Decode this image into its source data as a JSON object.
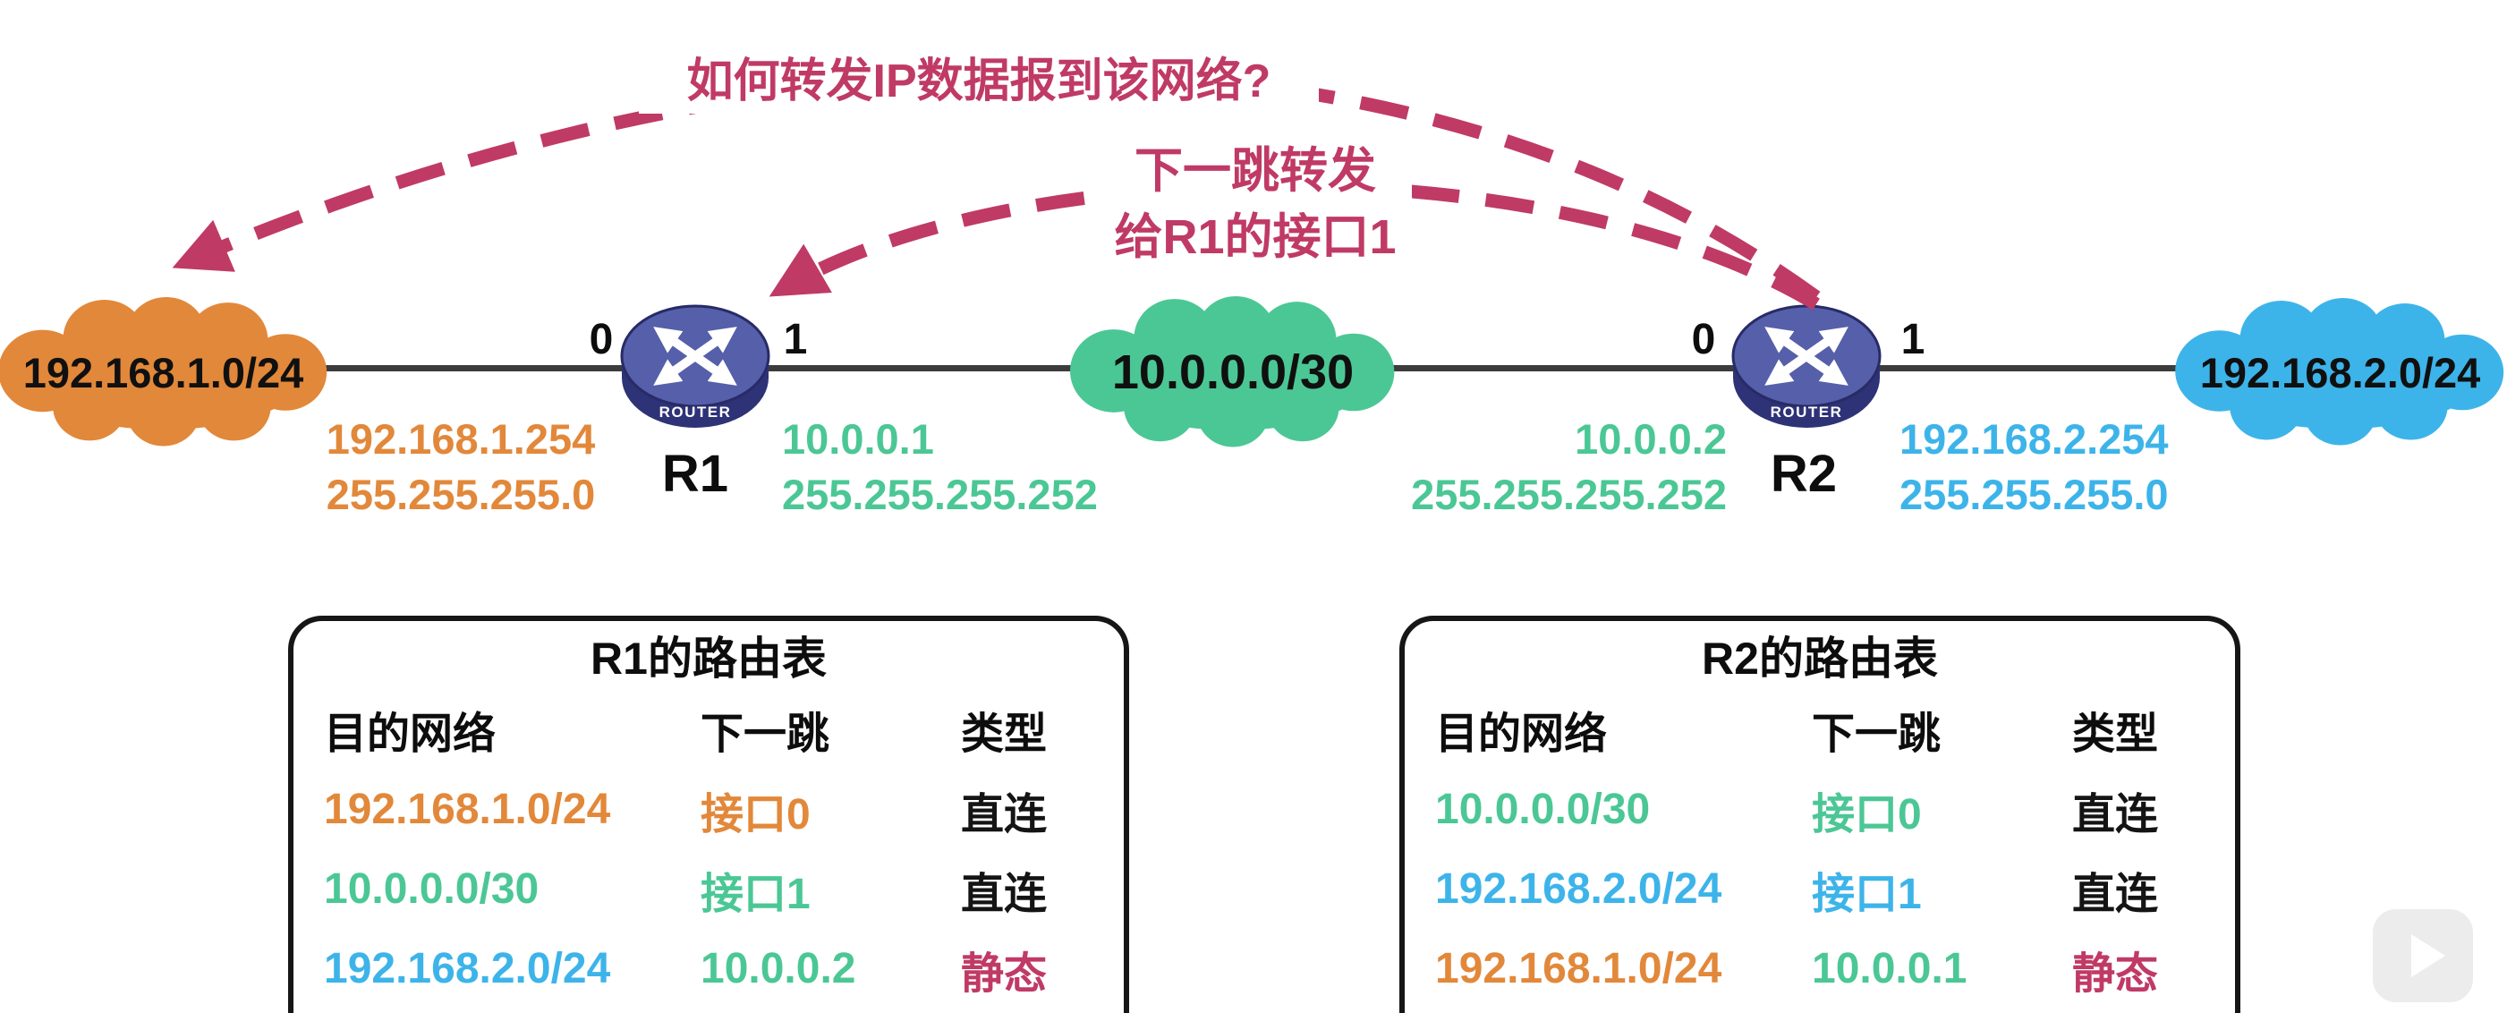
{
  "palette": {
    "orange": "#E2883A",
    "green": "#4BC795",
    "blue": "#3DB4E9",
    "magenta": "#C03A66",
    "black": "#141414"
  },
  "annotations": {
    "question": "如何转发IP数据报到该网络?",
    "answer": [
      "下一跳转发",
      "给R1的接口1"
    ]
  },
  "topology": {
    "networks": [
      {
        "label": "192.168.1.0/24",
        "color": "orange"
      },
      {
        "label": "10.0.0.0/30",
        "color": "green"
      },
      {
        "label": "192.168.2.0/24",
        "color": "blue"
      }
    ],
    "routers": [
      {
        "name": "R1",
        "icon_label": "ROUTER",
        "interfaces": [
          {
            "id": "0",
            "ip": "192.168.1.254",
            "mask": "255.255.255.0",
            "color": "orange"
          },
          {
            "id": "1",
            "ip": "10.0.0.1",
            "mask": "255.255.255.252",
            "color": "green"
          }
        ]
      },
      {
        "name": "R2",
        "icon_label": "ROUTER",
        "interfaces": [
          {
            "id": "0",
            "ip": "10.0.0.2",
            "mask": "255.255.255.252",
            "color": "green"
          },
          {
            "id": "1",
            "ip": "192.168.2.254",
            "mask": "255.255.255.0",
            "color": "blue"
          }
        ]
      }
    ]
  },
  "routing_tables": [
    {
      "title": "R1的路由表",
      "headers": [
        "目的网络",
        "下一跳",
        "类型"
      ],
      "rows": [
        {
          "cells": [
            {
              "text": "192.168.1.0/24",
              "color": "orange"
            },
            {
              "text": "接口0",
              "color": "orange"
            },
            {
              "text": "直连",
              "color": "black"
            }
          ]
        },
        {
          "cells": [
            {
              "text": "10.0.0.0/30",
              "color": "green"
            },
            {
              "text": "接口1",
              "color": "green"
            },
            {
              "text": "直连",
              "color": "black"
            }
          ]
        },
        {
          "cells": [
            {
              "text": "192.168.2.0/24",
              "color": "blue"
            },
            {
              "text": "10.0.0.2",
              "color": "green"
            },
            {
              "text": "静态",
              "color": "magenta"
            }
          ]
        }
      ]
    },
    {
      "title": "R2的路由表",
      "headers": [
        "目的网络",
        "下一跳",
        "类型"
      ],
      "rows": [
        {
          "cells": [
            {
              "text": "10.0.0.0/30",
              "color": "green"
            },
            {
              "text": "接口0",
              "color": "green"
            },
            {
              "text": "直连",
              "color": "black"
            }
          ]
        },
        {
          "cells": [
            {
              "text": "192.168.2.0/24",
              "color": "blue"
            },
            {
              "text": "接口1",
              "color": "blue"
            },
            {
              "text": "直连",
              "color": "black"
            }
          ]
        },
        {
          "cells": [
            {
              "text": "192.168.1.0/24",
              "color": "orange"
            },
            {
              "text": "10.0.0.1",
              "color": "green"
            },
            {
              "text": "静态",
              "color": "magenta"
            }
          ]
        }
      ]
    }
  ],
  "player": {
    "icon": "play"
  }
}
